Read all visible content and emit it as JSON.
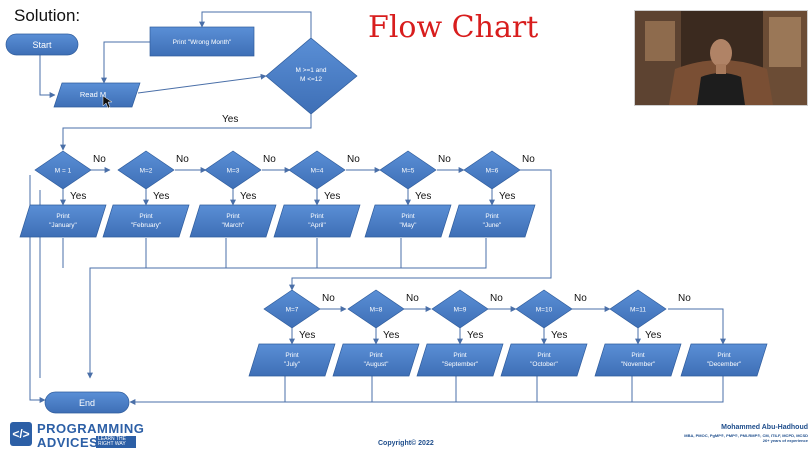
{
  "slide": {
    "heading": "Solution:",
    "title": "Flow Chart",
    "copyright": "Copyright© 2022",
    "author": {
      "name": "Mohammed Abu-Hadhoud",
      "credentials": "MBA, PMOC, PgMP®, PMP®, PMI-RMP®, CM, ITILF, MCPD, MCSD",
      "experience": "26+ years of experience"
    },
    "logo": {
      "line1": "PROGRAMMING",
      "line2": "ADVICES",
      "tagline": "LEARN THE RIGHT WAY",
      "mark": "</>"
    }
  },
  "flowchart": {
    "start": "Start",
    "end": "End",
    "read": "Read M",
    "validity_check": {
      "line1": "M >=1 and",
      "line2": "M <=12"
    },
    "wrong_month": "Print \"Wrong Month\"",
    "yes_label": "Yes",
    "no_label": "No",
    "print_prefix": "Print",
    "row1": [
      {
        "condition": "M = 1",
        "output": "\"January\""
      },
      {
        "condition": "M=2",
        "output": "\"February\""
      },
      {
        "condition": "M=3",
        "output": "\"March\""
      },
      {
        "condition": "M=4",
        "output": "\"April\""
      },
      {
        "condition": "M=5",
        "output": "\"May\""
      },
      {
        "condition": "M=6",
        "output": "\"June\""
      }
    ],
    "row2": [
      {
        "condition": "M=7",
        "output": "\"July\""
      },
      {
        "condition": "M=8",
        "output": "\"August\""
      },
      {
        "condition": "M=9",
        "output": "\"September\""
      },
      {
        "condition": "M=10",
        "output": "\"October\""
      },
      {
        "condition": "M=11",
        "output": "\"November\""
      }
    ],
    "december": "\"December\""
  }
}
